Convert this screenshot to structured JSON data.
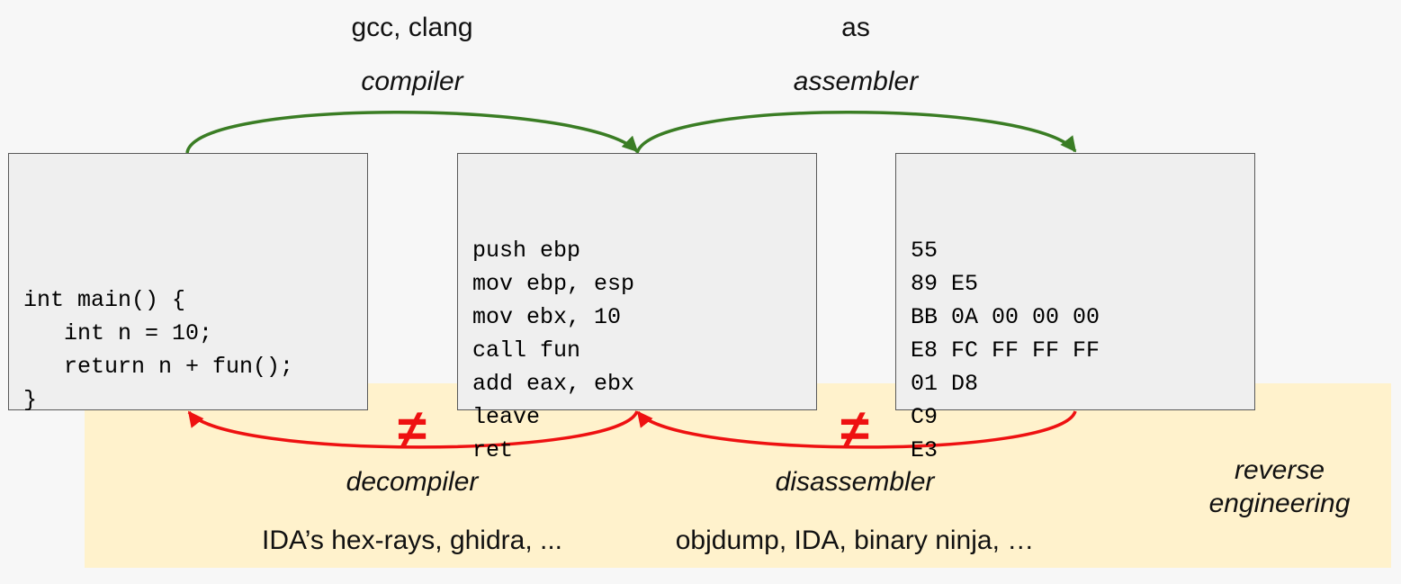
{
  "colors": {
    "forward_arrow": "#3a7d24",
    "reverse_arrow": "#ee1111",
    "reverse_band": "#fff2cc",
    "box_fill": "#efefef"
  },
  "forward": {
    "compile": {
      "tools": "gcc, clang",
      "name": "compiler"
    },
    "assemble": {
      "tools": "as",
      "name": "assembler"
    }
  },
  "reverse": {
    "decompile": {
      "name": "decompiler",
      "tools": "IDA’s hex-rays, ghidra, ...",
      "mark": "≠"
    },
    "disassemble": {
      "name": "disassembler",
      "tools": "objdump, IDA, binary ninja, …",
      "mark": "≠"
    },
    "region_label_line1": "reverse",
    "region_label_line2": "engineering"
  },
  "source_code": {
    "lines": [
      "int main() {",
      "   int n = 10;",
      "   return n + fun();",
      "}"
    ]
  },
  "assembly": {
    "lines": [
      "push ebp",
      "mov ebp, esp",
      "mov ebx, 10",
      "call fun",
      "add eax, ebx",
      "leave",
      "ret"
    ]
  },
  "machine_code": {
    "lines": [
      "55",
      "89 E5",
      "BB 0A 00 00 00",
      "E8 FC FF FF FF",
      "01 D8",
      "C9",
      "E3"
    ]
  }
}
